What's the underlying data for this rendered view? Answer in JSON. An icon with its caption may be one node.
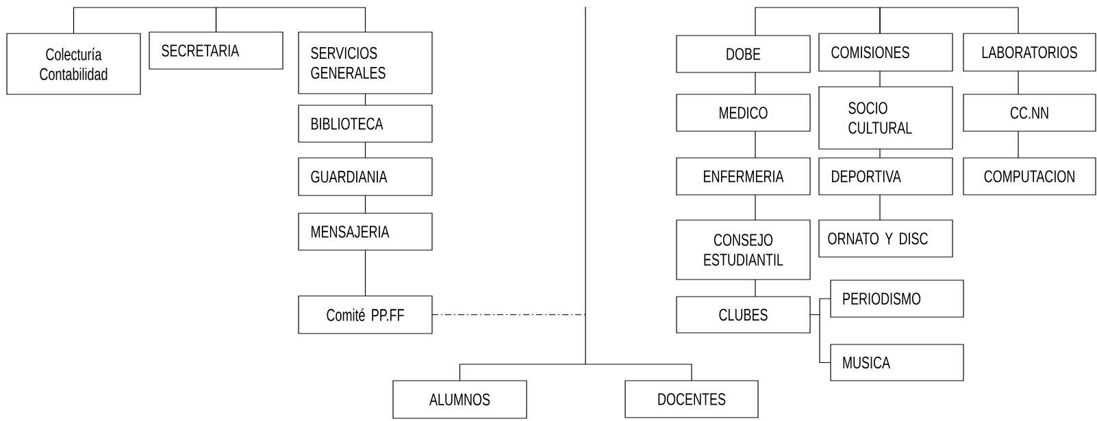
{
  "diagram": {
    "nodes": [
      {
        "text": [
          "Colecturía Contabilidad"
        ]
      },
      {
        "text": [
          "SECRETARIA"
        ]
      },
      {
        "text": [
          "SERVICIOS GENERALES"
        ]
      },
      {
        "text": [
          "BIBLIOTECA"
        ]
      },
      {
        "text": [
          "GUARDIANIA"
        ]
      },
      {
        "text": [
          "MENSAJERIA"
        ]
      },
      {
        "text": [
          "Comité PP.FF"
        ]
      },
      {
        "text": [
          "ALUMNOS"
        ]
      },
      {
        "text": [
          "DOCENTES"
        ]
      },
      {
        "text": [
          "DOBE"
        ]
      },
      {
        "text": [
          "COMISIONES"
        ]
      },
      {
        "text": [
          "LABORATORIOS"
        ]
      },
      {
        "text": [
          "MEDICO"
        ]
      },
      {
        "text": [
          "SOCIO CULTURAL"
        ]
      },
      {
        "text": [
          "CC.NN"
        ]
      },
      {
        "text": [
          "ENFERMERIA"
        ]
      },
      {
        "text": [
          "DEPORTIVA"
        ]
      },
      {
        "text": [
          "COMPUTACION"
        ]
      },
      {
        "text": [
          "CONSEJO ESTUDIANTIL"
        ]
      },
      {
        "text": [
          "ORNATO Y DISC"
        ]
      },
      {
        "text": [
          "CLUBES"
        ]
      },
      {
        "text": [
          "PERIODISMO"
        ]
      },
      {
        "text": [
          "MUSICA"
        ]
      }
    ],
    "edges": [
      {
        "from": 0,
        "to": 1,
        "arrow": "none"
      },
      {
        "from": 1,
        "to": 2,
        "arrow": "none"
      },
      {
        "from": 2,
        "to": 3,
        "arrow": "none"
      },
      {
        "from": 3,
        "to": 4,
        "arrow": "none"
      },
      {
        "from": 4,
        "to": 5,
        "arrow": "none"
      },
      {
        "from": 5,
        "to": 6,
        "arrow": "none"
      },
      {
        "from": 6,
        "to": null,
        "arrow": "none",
        "style": "dashed"
      },
      {
        "from": null,
        "to": 7,
        "arrow": "none"
      },
      {
        "from": null,
        "to": 8,
        "arrow": "none"
      },
      {
        "from": 9,
        "to": 10,
        "arrow": "none"
      },
      {
        "from": 10,
        "to": 11,
        "arrow": "none"
      },
      {
        "from": 9,
        "to": 12,
        "arrow": "none"
      },
      {
        "from": 12,
        "to": 15,
        "arrow": "none"
      },
      {
        "from": 15,
        "to": 18,
        "arrow": "none"
      },
      {
        "from": 18,
        "to": 20,
        "arrow": "none"
      },
      {
        "from": 10,
        "to": 13,
        "arrow": "none"
      },
      {
        "from": 13,
        "to": 16,
        "arrow": "none"
      },
      {
        "from": 16,
        "to": 19,
        "arrow": "none"
      },
      {
        "from": 11,
        "to": 14,
        "arrow": "none"
      },
      {
        "from": 14,
        "to": 17,
        "arrow": "none"
      },
      {
        "from": 20,
        "to": 21,
        "arrow": "none"
      },
      {
        "from": 20,
        "to": 22,
        "arrow": "none"
      }
    ]
  }
}
